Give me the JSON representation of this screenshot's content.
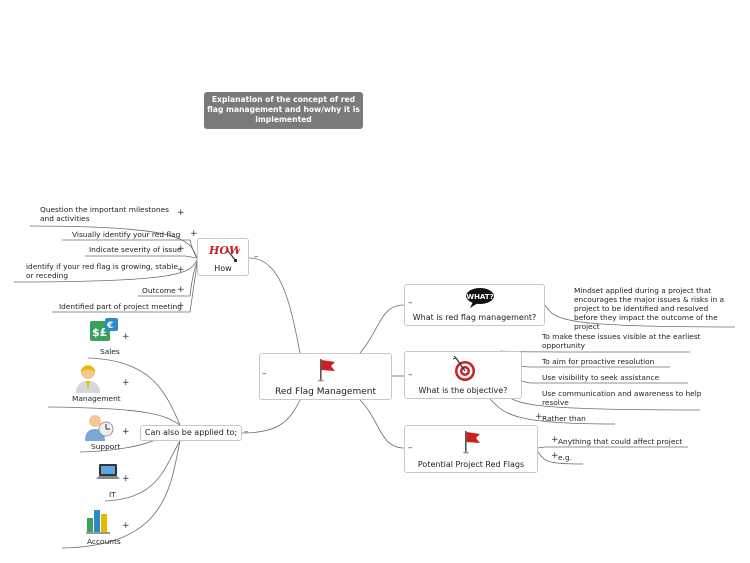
{
  "note": {
    "text": "Explanation of the concept of red flag management and how/why it is implemented"
  },
  "center": {
    "label": "Red Flag Management"
  },
  "how": {
    "label": "How",
    "icon_text": "HOW",
    "items": [
      "Question the important milestones and activities",
      "Visually identify your red flag",
      "Indicate severity of issue",
      "identify if your red flag is growing, stable or receding",
      "Outcome",
      "Identified part of project meeting"
    ]
  },
  "applied": {
    "label": "Can also be applied to;",
    "items": [
      "Sales",
      "Management",
      "Support",
      "IT",
      "Accounts"
    ]
  },
  "what": {
    "label": "What is red flag management?",
    "icon_text": "WHAT?",
    "detail": "Mindset applied during a project that encourages the major issues & risks in a project to be identified and resolved before they impact the outcome of the project"
  },
  "objective": {
    "label": "What is the objective?",
    "items": [
      "To make these issues visible at the earliest opportunity",
      "To aim for proactive resolution",
      "Use visibility to seek assistance",
      "Use communication and awareness to help resolve",
      "Rather than"
    ]
  },
  "potential": {
    "label": "Potential Project Red Flags",
    "items": [
      "Anything that could affect project",
      "e.g."
    ]
  },
  "controls": {
    "plus": "+",
    "minus": "–"
  },
  "colors": {
    "flag": "#cc1f1f",
    "note_bg": "#7a7a7a",
    "link": "#777777"
  }
}
